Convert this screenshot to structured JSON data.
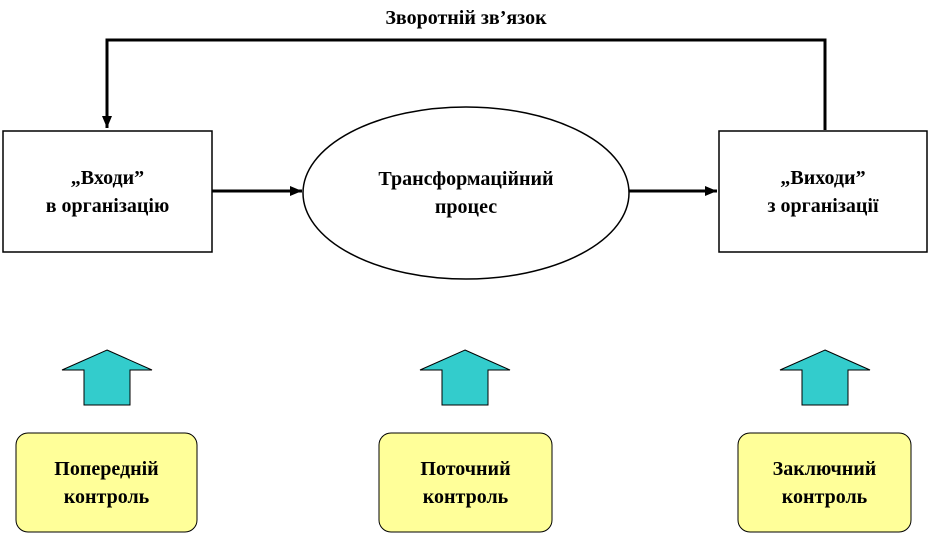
{
  "feedback_label": "Зворотній зв’язок",
  "inputs": {
    "line1": "„Входи”",
    "line2": "в організацію"
  },
  "process": {
    "line1": "Трансформаційний",
    "line2": "процес"
  },
  "outputs": {
    "line1": "„Виходи”",
    "line2": "з організації"
  },
  "controls": [
    {
      "line1": "Попередній",
      "line2": "контроль"
    },
    {
      "line1": "Поточний",
      "line2": "контроль"
    },
    {
      "line1": "Заключний",
      "line2": "контроль"
    }
  ],
  "colors": {
    "control_fill": "#FFFF99",
    "arrow_fill": "#33CCCC",
    "stroke": "#000000"
  }
}
